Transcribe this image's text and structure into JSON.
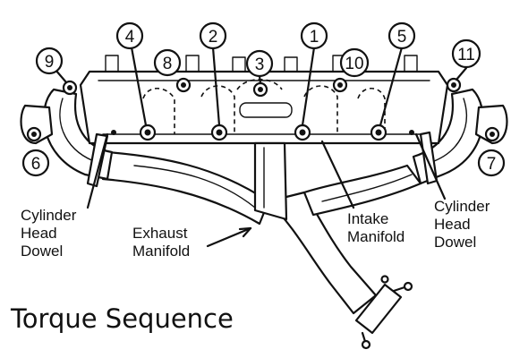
{
  "title": "Torque Sequence",
  "labels": {
    "cylinder_head_dowel_left": [
      "Cylinder",
      "Head",
      "Dowel"
    ],
    "exhaust_manifold": [
      "Exhaust",
      "Manifold"
    ],
    "intake_manifold": [
      "Intake",
      "Manifold"
    ],
    "cylinder_head_dowel_right": [
      "Cylinder",
      "Head",
      "Dowel"
    ]
  },
  "sequence": [
    {
      "step": "1"
    },
    {
      "step": "2"
    },
    {
      "step": "3"
    },
    {
      "step": "4"
    },
    {
      "step": "5"
    },
    {
      "step": "6"
    },
    {
      "step": "7"
    },
    {
      "step": "8"
    },
    {
      "step": "9"
    },
    {
      "step": "10"
    },
    {
      "step": "11"
    }
  ]
}
